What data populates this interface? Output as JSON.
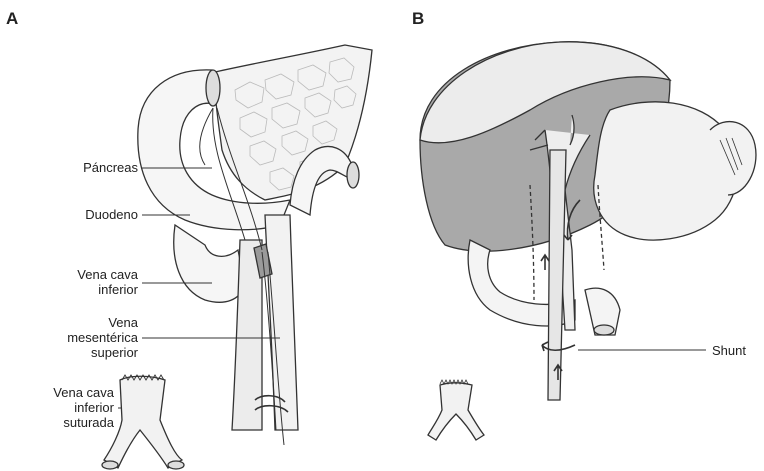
{
  "panels": {
    "a": {
      "letter": "A"
    },
    "b": {
      "letter": "B"
    }
  },
  "labels_a": {
    "pancreas": "Páncreas",
    "duodeno": "Duodeno",
    "vena_cava_1": "Vena cava",
    "vena_cava_2": "inferior",
    "vena_mes_1": "Vena",
    "vena_mes_2": "mesentérica",
    "vena_mes_3": "superior",
    "vena_sut_1": "Vena cava",
    "vena_sut_2": "inferior",
    "vena_sut_3": "suturada"
  },
  "labels_b": {
    "shunt": "Shunt"
  },
  "colors": {
    "line": "#333333",
    "liver_dark": "#a9a9a9",
    "fill_light": "#ececec",
    "fill_mid": "#d8d8d8"
  }
}
